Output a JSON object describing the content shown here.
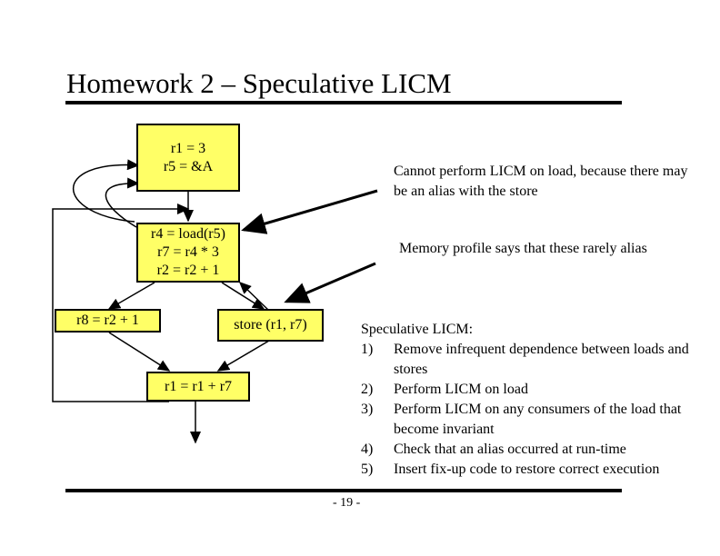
{
  "slide": {
    "title": "Homework 2 – Speculative LICM",
    "page_number": "- 19 -",
    "box_color": "#ffff66"
  },
  "blocks": {
    "entry": [
      "r1 = 3",
      "r5 = &A"
    ],
    "loop": [
      "r4 = load(r5)",
      "r7 = r4 * 3",
      "r2 = r2 + 1"
    ],
    "left": [
      "r8 = r2 + 1"
    ],
    "store": [
      "store (r1, r7)"
    ],
    "join": [
      "r1 = r1 + r7"
    ]
  },
  "notes": {
    "alias_note": "Cannot perform LICM on load, because there may be an alias with the store",
    "profile_note": "Memory profile says that these rarely alias",
    "spec_title": "Speculative LICM:",
    "steps": [
      {
        "num": "1)",
        "text": "Remove infrequent dependence between loads and stores"
      },
      {
        "num": "2)",
        "text": "Perform LICM on load"
      },
      {
        "num": "3)",
        "text": "Perform LICM on any consumers of the load that become invariant"
      },
      {
        "num": "4)",
        "text": "Check that an alias occurred at run-time"
      },
      {
        "num": "5)",
        "text": "Insert fix-up code to restore correct execution"
      }
    ]
  }
}
